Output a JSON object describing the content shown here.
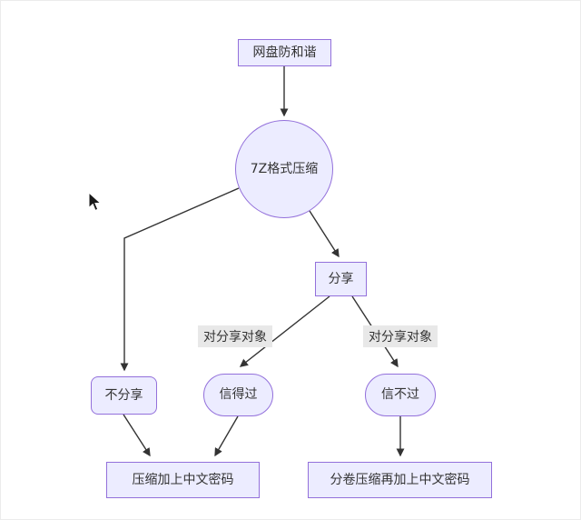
{
  "diagram": {
    "type": "flowchart",
    "direction": "top-down",
    "nodes": {
      "start": {
        "label": "网盘防和谐",
        "shape": "rect"
      },
      "compress": {
        "label": "7Z格式压缩",
        "shape": "circle"
      },
      "share": {
        "label": "分享",
        "shape": "rect"
      },
      "noshare": {
        "label": "不分享",
        "shape": "rounded-rect"
      },
      "trusted": {
        "label": "信得过",
        "shape": "stadium"
      },
      "untrusted": {
        "label": "信不过",
        "shape": "stadium"
      },
      "password": {
        "label": "压缩加上中文密码",
        "shape": "rect"
      },
      "split": {
        "label": "分卷压缩再加上中文密码",
        "shape": "rect"
      }
    },
    "edges": [
      {
        "from": "start",
        "to": "compress",
        "label": ""
      },
      {
        "from": "compress",
        "to": "noshare",
        "label": ""
      },
      {
        "from": "compress",
        "to": "share",
        "label": ""
      },
      {
        "from": "share",
        "to": "trusted",
        "label": "对分享对象"
      },
      {
        "from": "share",
        "to": "untrusted",
        "label": "对分享对象"
      },
      {
        "from": "noshare",
        "to": "password",
        "label": ""
      },
      {
        "from": "trusted",
        "to": "password",
        "label": ""
      },
      {
        "from": "untrusted",
        "to": "split",
        "label": ""
      }
    ],
    "colors": {
      "node_fill": "#ECECFF",
      "node_border": "#9370DB",
      "edge": "#333333",
      "edge_label_bg": "#e8e8e8",
      "text": "#333333",
      "background": "#ffffff"
    }
  }
}
